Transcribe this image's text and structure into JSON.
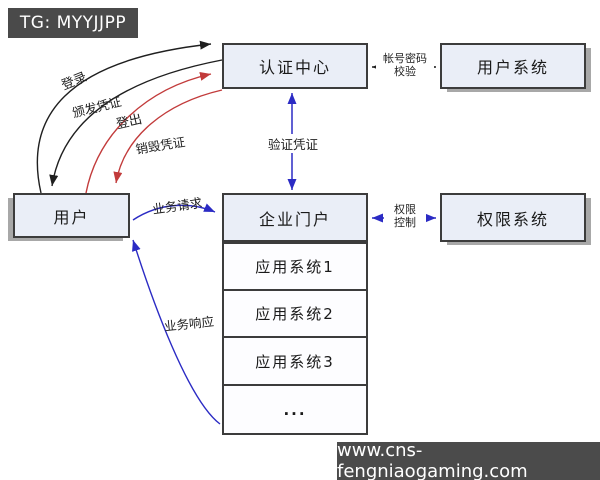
{
  "badge": {
    "text": "TG: MYYJJPP"
  },
  "watermark": {
    "text": "www.cns-fengniaogaming.com"
  },
  "nodes": {
    "auth_center": "认证中心",
    "user_system": "用户系统",
    "user": "用户",
    "portal": "企业门户",
    "perm_system": "权限系统",
    "app1": "应用系统1",
    "app2": "应用系统2",
    "app3": "应用系统3",
    "more": "..."
  },
  "edges": {
    "login": "登录",
    "issue_credential": "颁发凭证",
    "logout": "登出",
    "destroy_credential": "销毁凭证",
    "verify_credential": "验证凭证",
    "account_check_line1": "帐号密码",
    "account_check_line2": "校验",
    "permission_line1": "权限",
    "permission_line2": "控制",
    "business_request": "业务请求",
    "business_response": "业务响应"
  },
  "colors": {
    "edge_black": "#1f1f1f",
    "edge_red": "#c23b3b",
    "edge_blue": "#2b2bc4",
    "node_fill": "#eaeef7",
    "node_border": "#3c3c3c",
    "badge_bg": "#4a4a4a",
    "shadow": "#a8a8a8"
  }
}
